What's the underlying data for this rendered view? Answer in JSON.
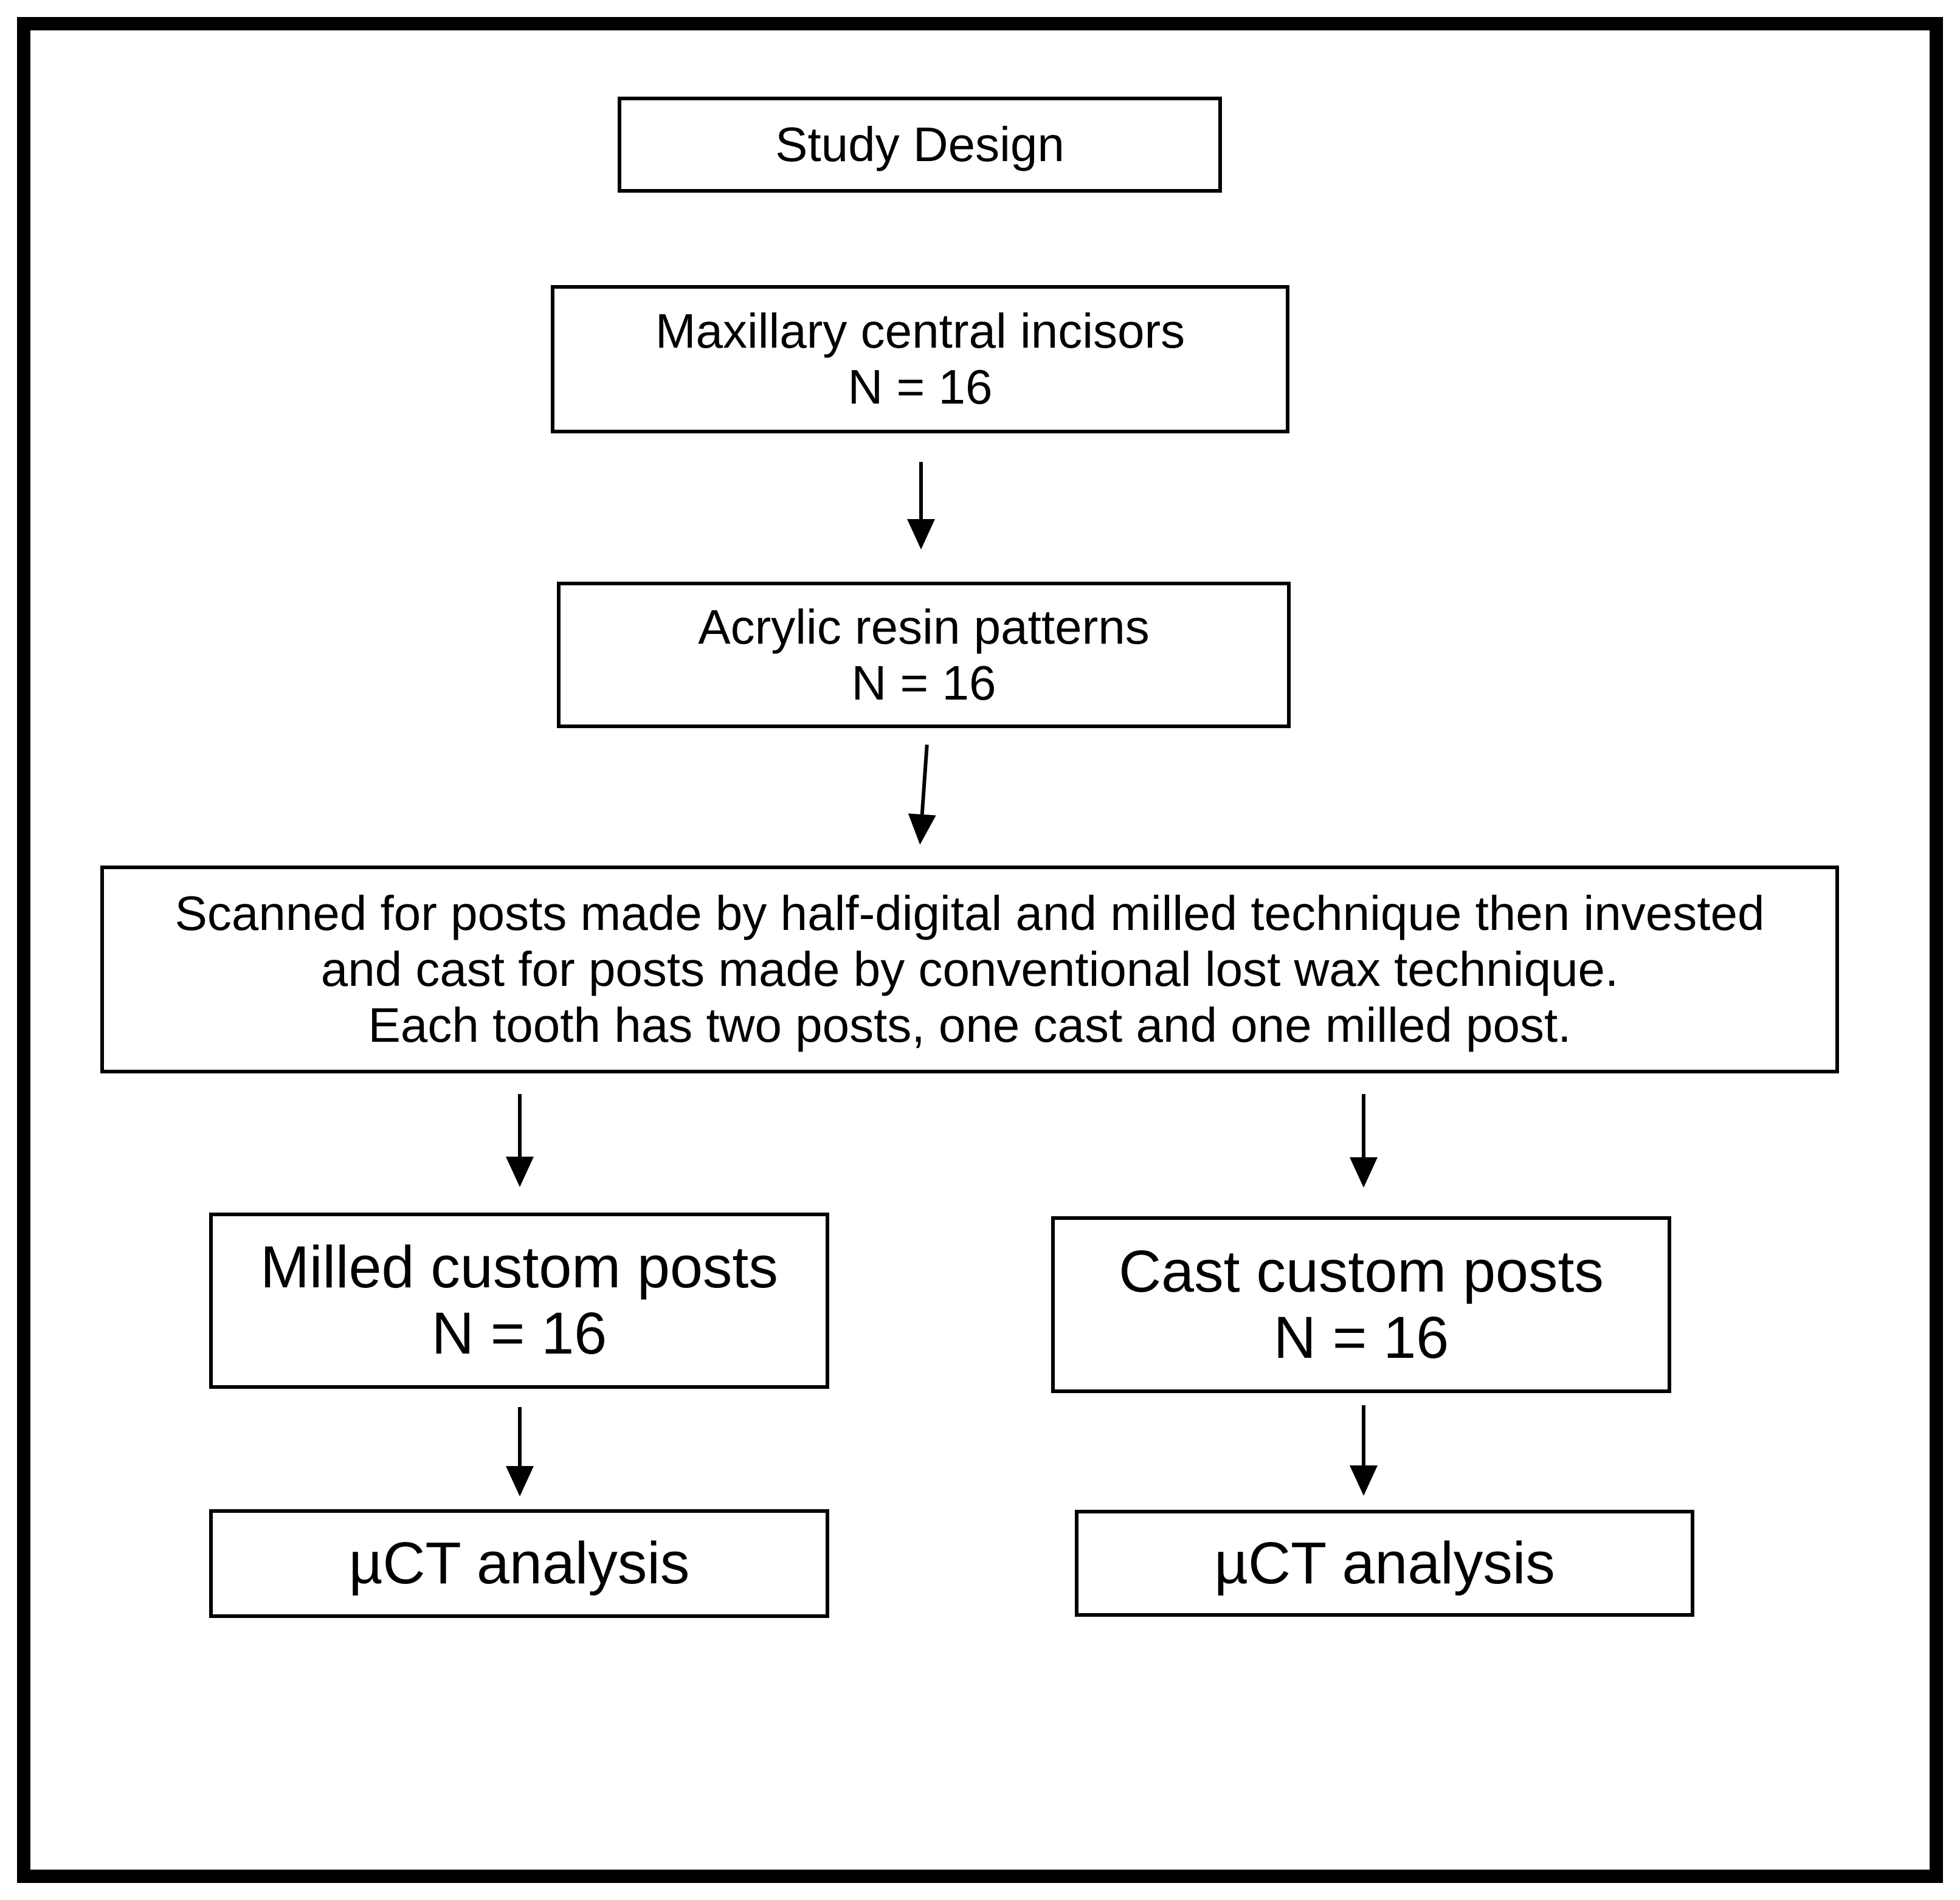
{
  "figure": {
    "title": "Study Design",
    "colors": {
      "background": "#ffffff",
      "border": "#000000",
      "text": "#000000"
    },
    "nodes": {
      "study": {
        "lines": [
          "Study Design"
        ]
      },
      "maxillary": {
        "lines": [
          "Maxillary central incisors",
          "N = 16"
        ]
      },
      "acrylic": {
        "lines": [
          "Acrylic resin patterns",
          "N = 16"
        ]
      },
      "process": {
        "lines": [
          "Scanned for posts made by half-digital and milled technique then invested",
          "and cast for posts made by conventional lost wax technique.",
          "Each tooth has two posts, one cast and one milled post."
        ]
      },
      "milled": {
        "lines": [
          "Milled custom posts",
          "N = 16"
        ]
      },
      "cast": {
        "lines": [
          "Cast custom posts",
          "N = 16"
        ]
      },
      "uct_left": {
        "lines": [
          "µCT analysis"
        ]
      },
      "uct_right": {
        "lines": [
          "µCT analysis"
        ]
      }
    }
  }
}
